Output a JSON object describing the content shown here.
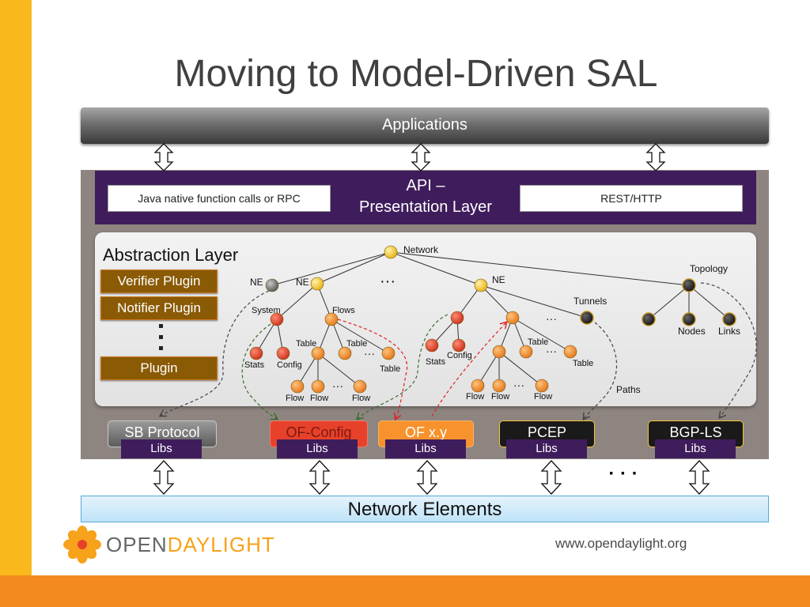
{
  "slide": {
    "title": "Moving to Model-Driven SAL",
    "applications": "Applications",
    "api": {
      "line1": "API –",
      "line2": "Presentation Layer",
      "left_box": "Java native function calls or RPC",
      "right_box": "REST/HTTP"
    },
    "abstraction": {
      "title": "Abstraction Layer",
      "plugins": [
        "Verifier Plugin",
        "Notifier Plugin",
        "Plugin"
      ]
    },
    "tree_labels": {
      "network": "Network",
      "ne": "NE",
      "system": "System",
      "flows": "Flows",
      "table": "Table",
      "stats": "Stats",
      "config": "Config",
      "flow": "Flow",
      "tunnels": "Tunnels",
      "topology": "Topology",
      "nodes": "Nodes",
      "links": "Links",
      "paths": "Paths",
      "ellipsis": "···"
    },
    "protocols": [
      {
        "name": "SB Protocol",
        "libs": "Libs"
      },
      {
        "name": "OF-Config",
        "libs": "Libs"
      },
      {
        "name": "OF x.y",
        "libs": "Libs"
      },
      {
        "name": "PCEP",
        "libs": "Libs"
      },
      {
        "name": "BGP-LS",
        "libs": "Libs"
      }
    ],
    "more_ellipsis": "· · ·",
    "network_elements": "Network Elements",
    "url": "www.opendaylight.org",
    "logo": {
      "part1": "OPEN",
      "part2": "DAYLIGHT"
    },
    "colors": {
      "accent_yellow": "#f9b81b",
      "accent_orange": "#f28a1f",
      "purple": "#3f1d5c",
      "plugin_brown": "#8a5a05",
      "node_orange": "#f08a2a",
      "node_red": "#e0452a",
      "node_yellow": "#f5c533"
    }
  }
}
